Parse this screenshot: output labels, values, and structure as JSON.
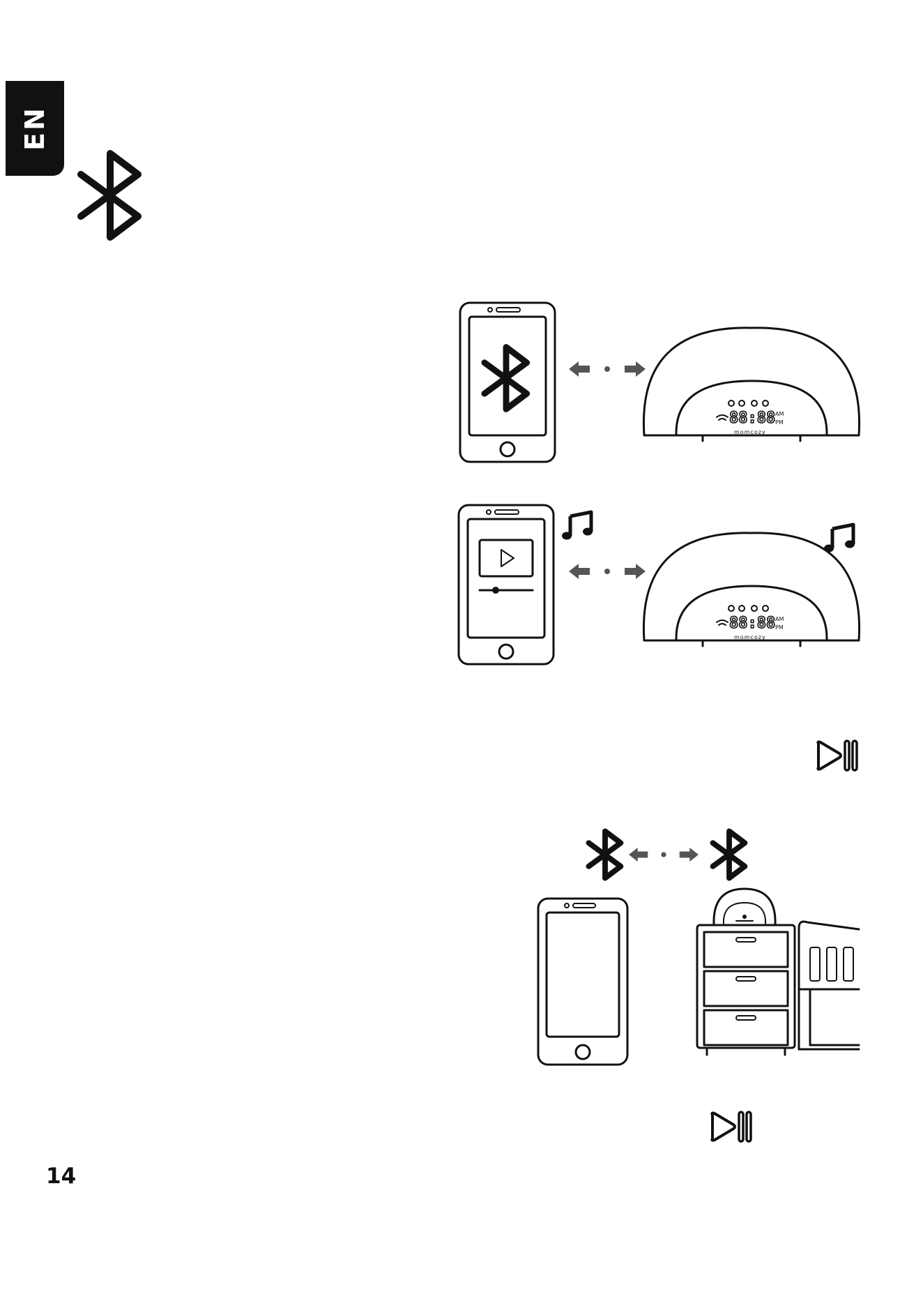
{
  "page": {
    "language_tab": "EN",
    "page_number": "14"
  },
  "device": {
    "brand": "momcozy",
    "display_time": "88:88",
    "am": "AM",
    "pm": "PM"
  },
  "icons": {
    "header": "bluetooth-icon",
    "play_pause": "play-pause-icon",
    "music": "music-note-icon",
    "arrow": "double-arrow-icon"
  },
  "colors": {
    "tab_bg": "#111111",
    "arrow": "#555555"
  }
}
